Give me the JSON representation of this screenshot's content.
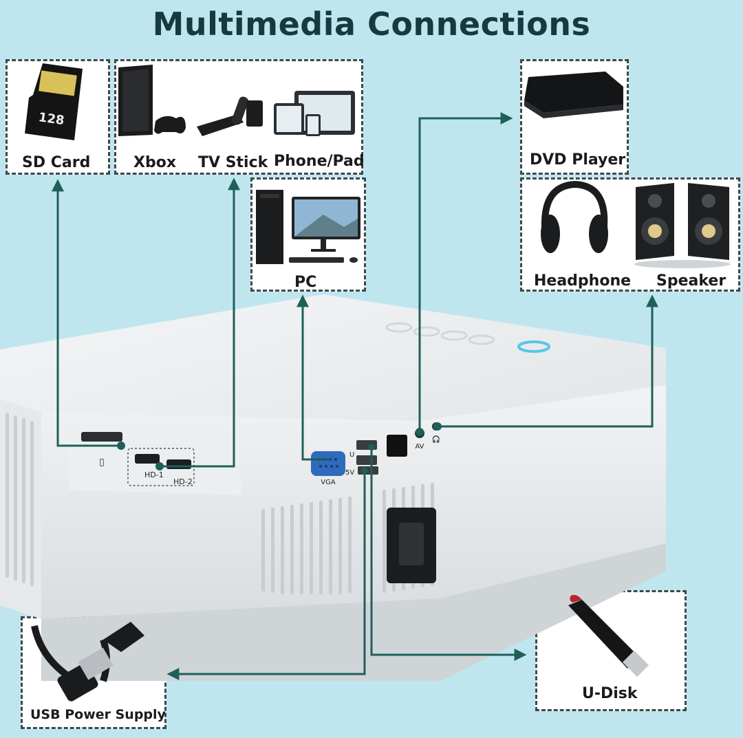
{
  "title": "Multimedia Connections",
  "devices": {
    "sd_card": "SD Card",
    "xbox": "Xbox",
    "tv_stick": "TV Stick",
    "phone_pad": "Phone/Pad",
    "pc": "PC",
    "dvd_player": "DVD Player",
    "headphone": "Headphone",
    "speaker": "Speaker",
    "usb_power_supply": "USB Power Supply",
    "u_disk": "U-Disk"
  },
  "card_text": {
    "capacity": "128"
  },
  "ports": {
    "hd1": "HD-1",
    "hd2": "HD-2",
    "vga": "VGA",
    "av": "AV",
    "usb": "U",
    "power5v": "5V"
  },
  "colors": {
    "background": "#bfe6ef",
    "connector": "#1f5f5a",
    "title": "#163a3f",
    "box_border": "#3a4a4c"
  }
}
